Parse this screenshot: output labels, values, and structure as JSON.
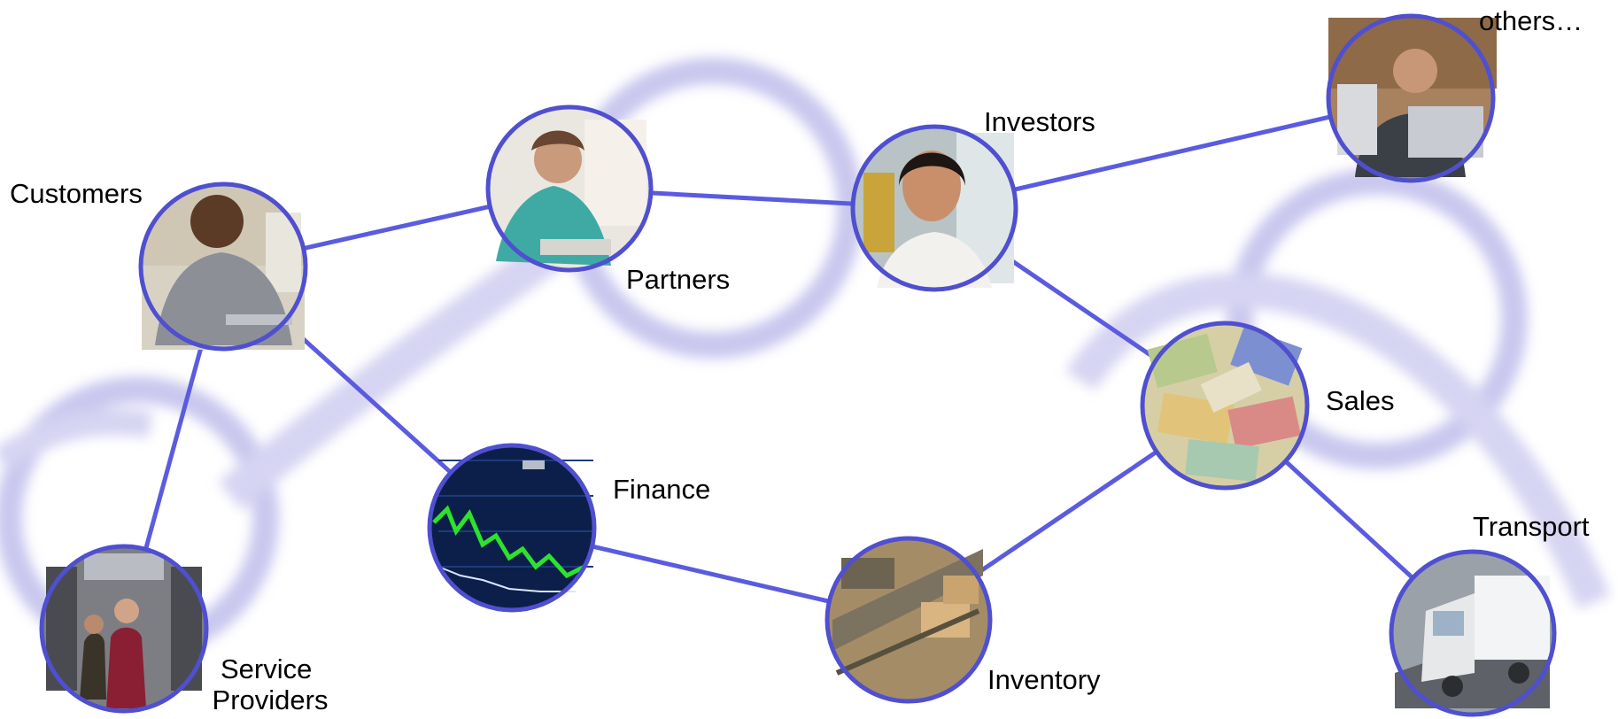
{
  "diagram": {
    "colors": {
      "edge": "#5b5be0",
      "node_ring": "#4f4fd0",
      "background_ring": "#c9c7ee"
    },
    "nodes": [
      {
        "id": "customers",
        "label_lines": [
          "Customers"
        ],
        "icon": "businessman-at-desk-photo"
      },
      {
        "id": "partners",
        "label_lines": [
          "Partners"
        ],
        "icon": "woman-at-office-desk-photo"
      },
      {
        "id": "investors",
        "label_lines": [
          "Investors"
        ],
        "icon": "businesswoman-portrait-photo"
      },
      {
        "id": "others",
        "label_lines": [
          "others…"
        ],
        "icon": "man-at-laptop-photo"
      },
      {
        "id": "sales",
        "label_lines": [
          "Sales"
        ],
        "icon": "currency-banknotes-photo"
      },
      {
        "id": "finance",
        "label_lines": [
          "Finance"
        ],
        "icon": "stock-chart-photo"
      },
      {
        "id": "inventory",
        "label_lines": [
          "Inventory"
        ],
        "icon": "warehouse-boxes-photo"
      },
      {
        "id": "service-providers",
        "label_lines": [
          "Service",
          "Providers"
        ],
        "icon": "server-room-people-photo"
      },
      {
        "id": "transport",
        "label_lines": [
          "Transport"
        ],
        "icon": "delivery-truck-photo"
      }
    ],
    "edges": [
      [
        "customers",
        "partners"
      ],
      [
        "partners",
        "investors"
      ],
      [
        "investors",
        "others"
      ],
      [
        "investors",
        "sales"
      ],
      [
        "customers",
        "finance"
      ],
      [
        "customers",
        "service-providers"
      ],
      [
        "finance",
        "inventory"
      ],
      [
        "inventory",
        "sales"
      ],
      [
        "sales",
        "transport"
      ]
    ]
  }
}
